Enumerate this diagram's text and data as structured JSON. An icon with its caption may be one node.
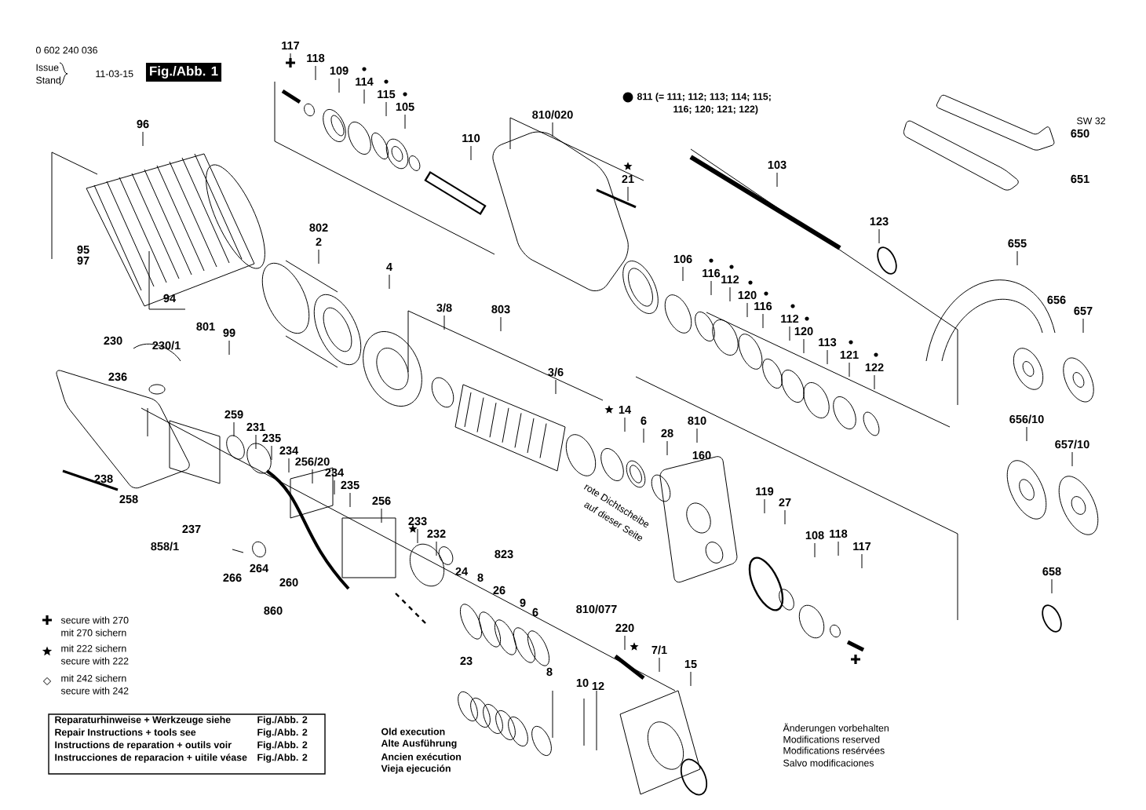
{
  "diagram": {
    "title": "Fig./Abb. 1",
    "labels": [
      "0 602 240 036",
      "Issue",
      "Stand",
      "11-03-15",
      "117",
      "118",
      "109",
      "114",
      "115",
      "105",
      "811 (= 111; 112; 113; 114; 115;",
      "116; 120; 121; 122)",
      "810/020",
      "SW 32",
      "650",
      "96",
      "110",
      "103",
      "21",
      "651",
      "123",
      "802",
      "2",
      "655",
      "95",
      "97",
      "106",
      "116",
      "112",
      "4",
      "94",
      "3/8",
      "803",
      "120",
      "116",
      "112",
      "656",
      "657",
      "801",
      "99",
      "120",
      "230",
      "230/1",
      "113",
      "121",
      "122",
      "3/6",
      "236",
      "14",
      "259",
      "6",
      "810",
      "656/10",
      "231",
      "28",
      "235",
      "657/10",
      "234",
      "160",
      "256/20",
      "234",
      "238",
      "235",
      "119",
      "258",
      "256",
      "27",
      "rote Dichtscheibe",
      "auf dieser Seite",
      "233",
      "237",
      "858/1",
      "232",
      "108",
      "118",
      "117",
      "823",
      "264",
      "24",
      "658",
      "266",
      "260",
      "8",
      "26",
      "9",
      "860",
      "6",
      "810/077",
      "secure with 270",
      "mit 270 sichern",
      "220",
      "mit 222 sichern",
      "7/1",
      "secure with 222",
      "23",
      "15",
      "8",
      "mit 242 sichern",
      "10",
      "12",
      "secure with 242",
      "Reparaturhinweise + Werkzeuge siehe",
      "Fig./Abb. 2",
      "Repair Instructions + tools see",
      "Fig./Abb. 2",
      "Instructions de reparation + outils voir",
      "Fig./Abb. 2",
      "Instrucciones de reparacion + uitile véase",
      "Fig./Abb. 2",
      "Old execution",
      "Alte Ausführung",
      "Ancien exécution",
      "Vieja ejecución",
      "Änderungen vorbehalten",
      "Modifications reserved",
      "Modifications resérvées",
      "Salvo modificaciones"
    ]
  }
}
